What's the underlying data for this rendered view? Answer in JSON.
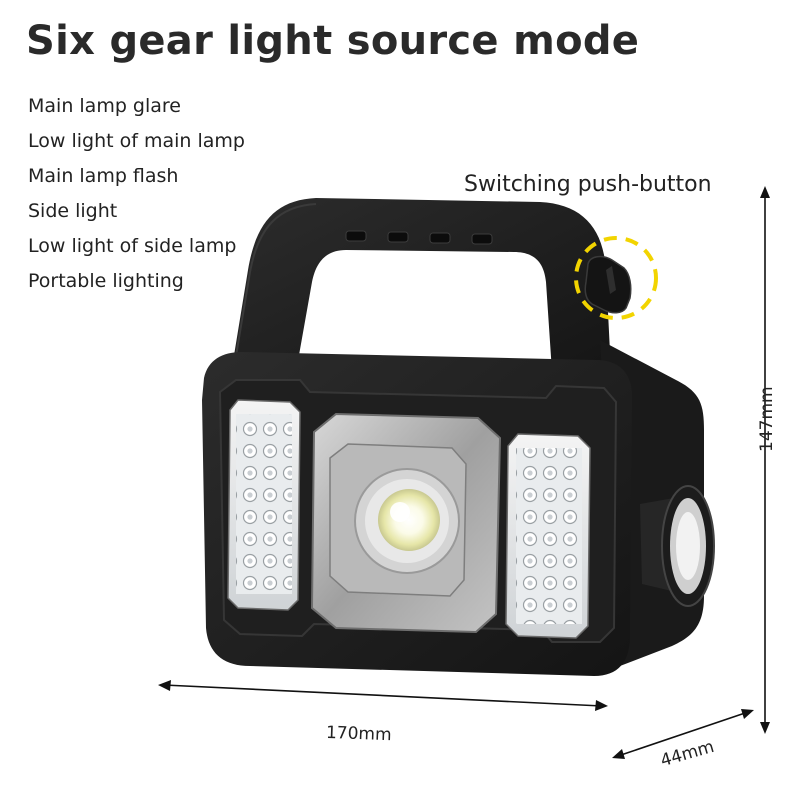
{
  "title": "Six gear light source mode",
  "modes": [
    "Main lamp glare",
    "Low light of main lamp",
    "Main lamp flash",
    "Side light",
    "Low light of side lamp",
    "Portable lighting"
  ],
  "switch_label": "Switching push-button",
  "dimensions": {
    "width": "170mm",
    "depth": "44mm",
    "height": "147mm"
  },
  "colors": {
    "highlight": "#f2d400",
    "body": "#1e1e1e",
    "panel": "#a8a8a8",
    "cob": "#fafad8"
  }
}
